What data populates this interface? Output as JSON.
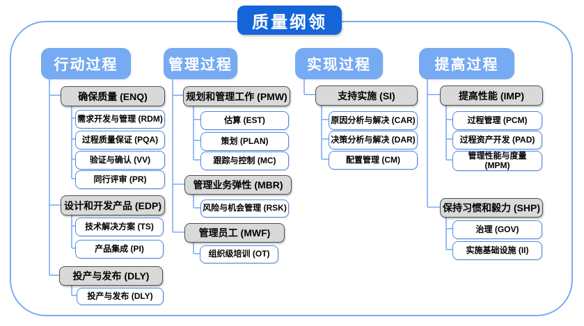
{
  "title": "质量纲领",
  "colors": {
    "title_bg": "#1565d9",
    "header_bg": "#76aaf2",
    "group_bg": "#d9d9d9",
    "group_border": "#4d4d4d",
    "item_border": "#4a86e8",
    "connector": "#7aabf3"
  },
  "columns": [
    {
      "header": "行动过程",
      "groups": [
        {
          "label": "确保质量 (ENQ)",
          "items": [
            {
              "label": "需求开发与管理 (RDM)"
            },
            {
              "label": "过程质量保证 (PQA)"
            },
            {
              "label": "验证与确认 (VV)"
            },
            {
              "label": "同行评审 (PR)"
            }
          ]
        },
        {
          "label": "设计和开发产品 (EDP)",
          "items": [
            {
              "label": "技术解决方案 (TS)"
            },
            {
              "label": "产品集成 (PI)"
            }
          ]
        },
        {
          "label": "投产与发布 (DLY)",
          "items": [
            {
              "label": "投产与发布 (DLY)"
            }
          ]
        }
      ]
    },
    {
      "header": "管理过程",
      "groups": [
        {
          "label": "规划和管理工作 (PMW)",
          "items": [
            {
              "label": "估算 (EST)"
            },
            {
              "label": "策划 (PLAN)"
            },
            {
              "label": "跟踪与控制 (MC)"
            }
          ]
        },
        {
          "label": "管理业务弹性 (MBR)",
          "items": [
            {
              "label": "风险与机会管理 (RSK)"
            }
          ]
        },
        {
          "label": "管理员工 (MWF)",
          "items": [
            {
              "label": "组织级培训 (OT)"
            }
          ]
        }
      ]
    },
    {
      "header": "实现过程",
      "groups": [
        {
          "label": "支持实施 (SI)",
          "items": [
            {
              "label": "原因分析与解决 (CAR)"
            },
            {
              "label": "决策分析与解决 (DAR)"
            },
            {
              "label": "配置管理 (CM)"
            }
          ]
        }
      ]
    },
    {
      "header": "提高过程",
      "groups": [
        {
          "label": "提高性能 (IMP)",
          "items": [
            {
              "label": "过程管理 (PCM)"
            },
            {
              "label": "过程资产开发 (PAD)"
            },
            {
              "label": "管理性能与度量\n(MPM)"
            }
          ]
        },
        {
          "label": "保持习惯和毅力 (SHP)",
          "items": [
            {
              "label": "治理 (GOV)"
            },
            {
              "label": "实施基础设施 (II)"
            }
          ]
        }
      ]
    }
  ]
}
